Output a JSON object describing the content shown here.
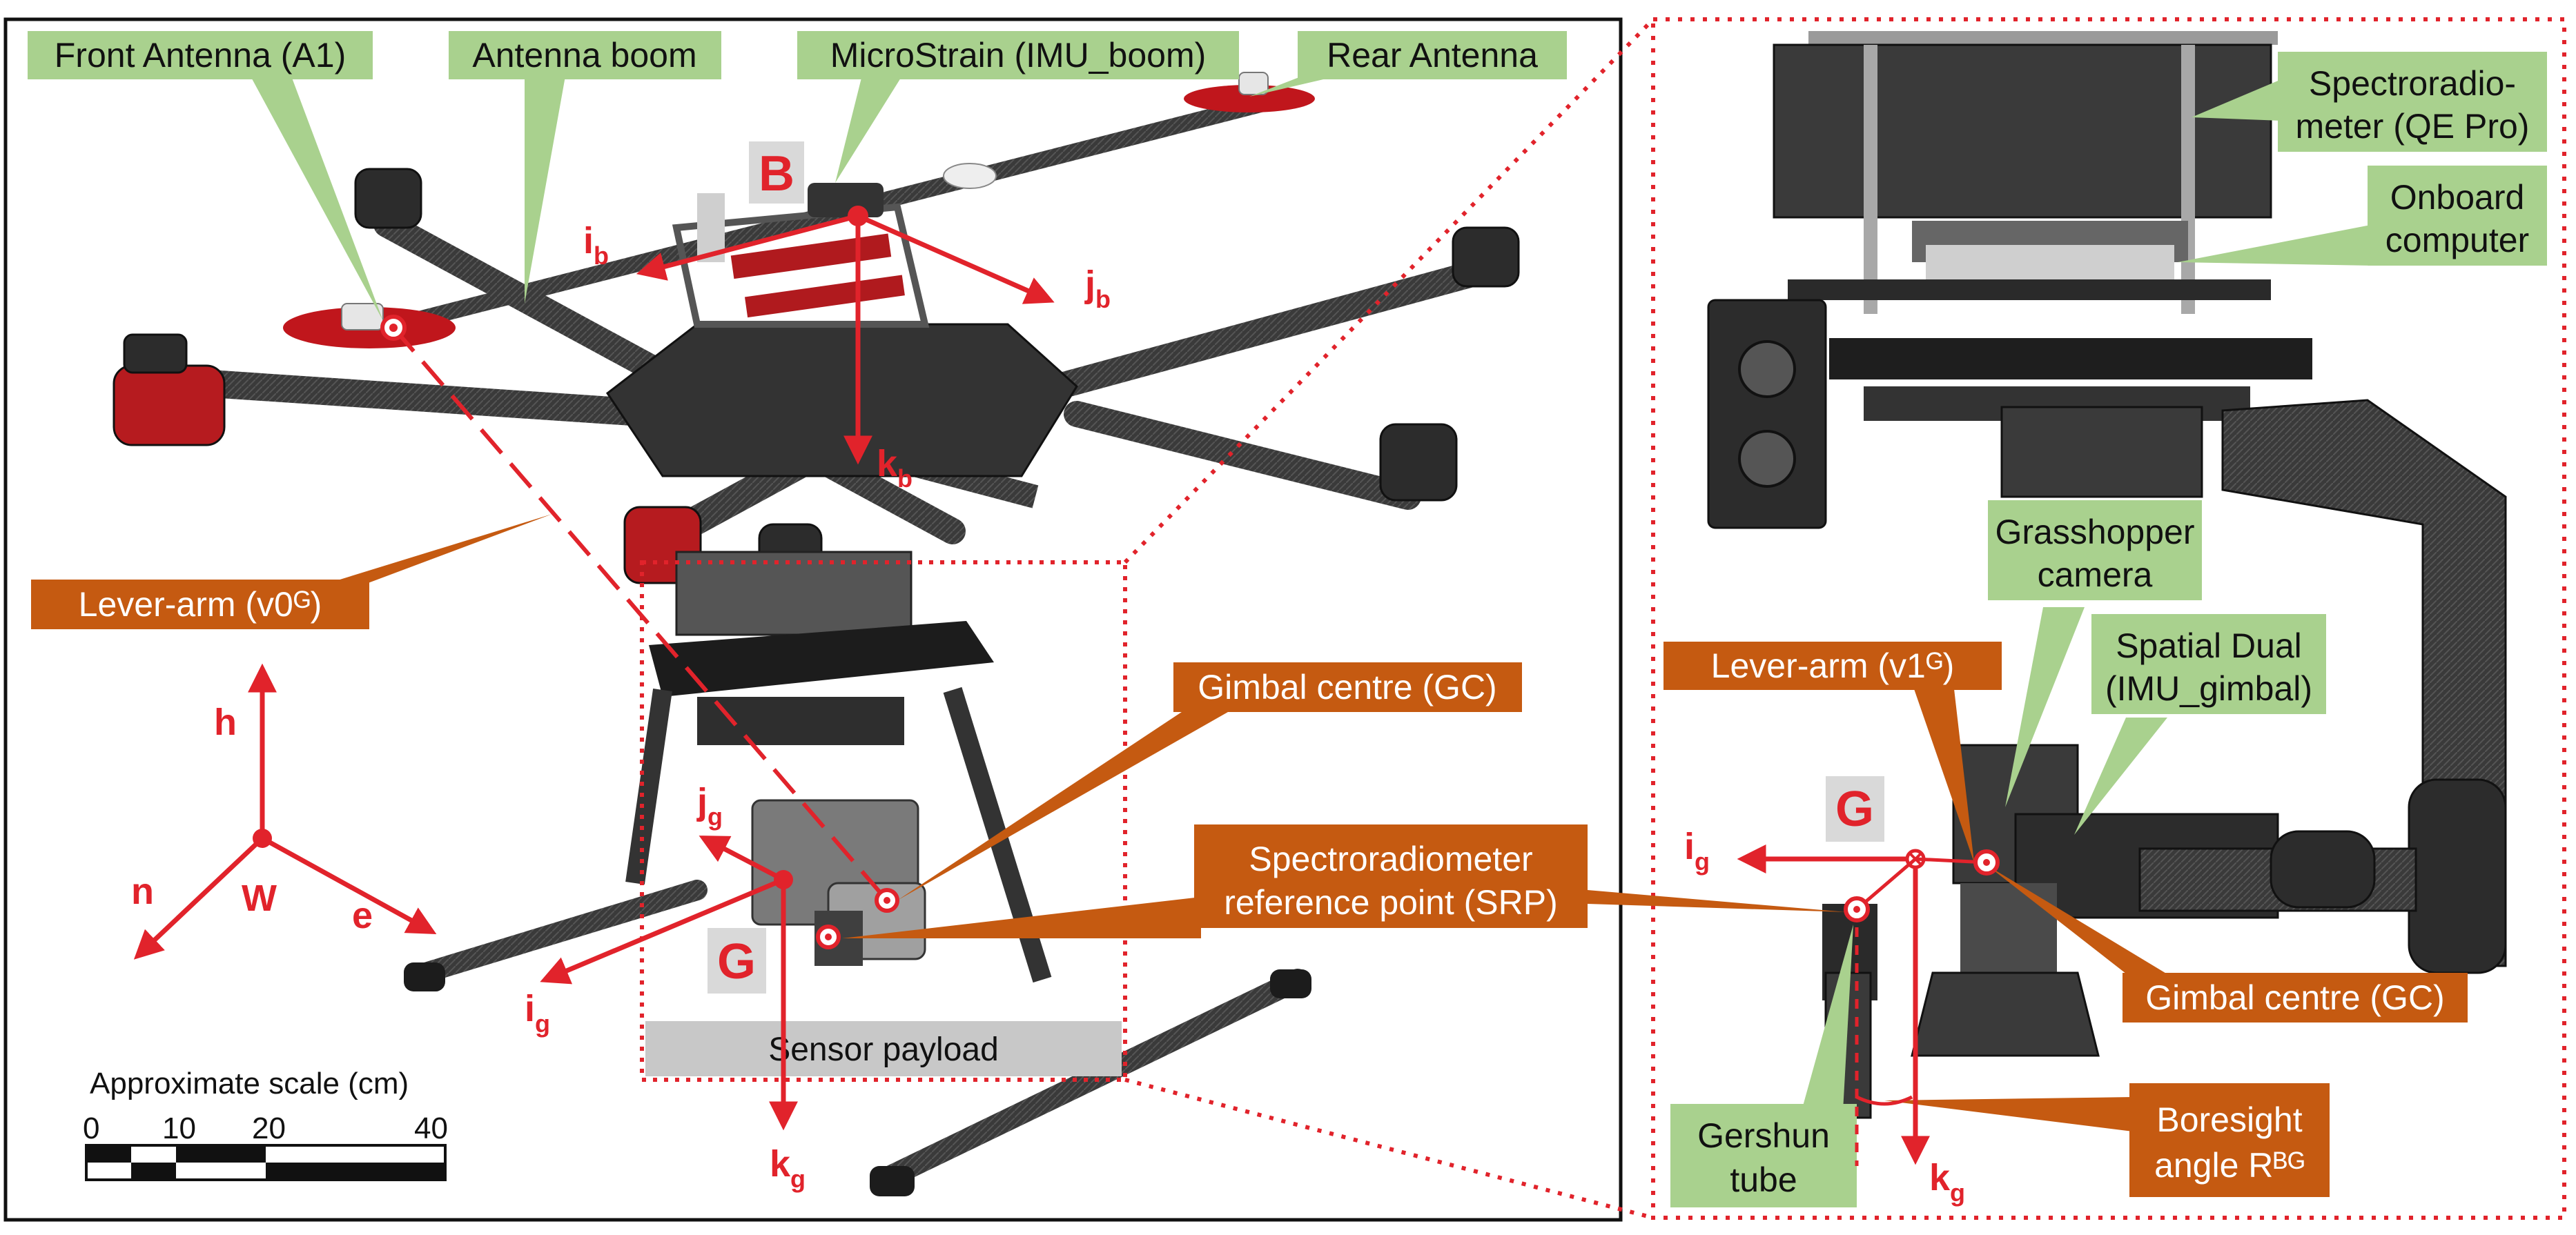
{
  "left_panel": {
    "callouts": {
      "front_antenna": "Front Antenna (A1)",
      "antenna_boom": "Antenna boom",
      "microstrain": "MicroStrain (IMU_boom)",
      "rear_antenna": "Rear Antenna",
      "lever_arm": "Lever-arm (v0ᴳ)",
      "gimbal_centre": "Gimbal centre (GC)",
      "srp_line1": "Spectroradiometer",
      "srp_line2": "reference point (SRP)"
    },
    "frames": {
      "body_letter": "B",
      "gimbal_letter": "G",
      "world_letter": "W"
    },
    "axes": {
      "i": "i",
      "j": "j",
      "k": "k",
      "b": "b",
      "g": "g",
      "h": "h",
      "n": "n",
      "e": "e"
    },
    "payload_label": "Sensor payload",
    "scale": {
      "title": "Approximate scale (cm)",
      "ticks": [
        "0",
        "10",
        "20",
        "40"
      ]
    }
  },
  "right_panel": {
    "callouts": {
      "spectro_line1": "Spectroradio-",
      "spectro_line2": "meter (QE Pro)",
      "onboard_line1": "Onboard",
      "onboard_line2": "computer",
      "grasshopper_line1": "Grasshopper",
      "grasshopper_line2": "camera",
      "spatial_line1": "Spatial Dual",
      "spatial_line2": "(IMU_gimbal)",
      "lever_arm": "Lever-arm (v1ᴳ)",
      "gimbal_centre": "Gimbal centre (GC)",
      "gershun_line1": "Gershun",
      "gershun_line2": "tube",
      "boresight_line1": "Boresight",
      "boresight_line2": "angle Rᴮᴳ"
    },
    "frame_letter": "G"
  },
  "colors": {
    "green_box": "#a9d18e",
    "orange_box": "#c55a11",
    "red_axis": "#e1232b",
    "payload_box": "#c8c8c8"
  }
}
